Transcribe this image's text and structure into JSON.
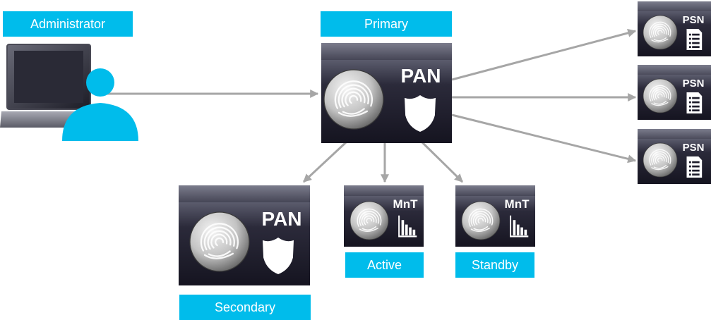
{
  "labels": {
    "administrator": "Administrator",
    "primary": "Primary",
    "secondary": "Secondary",
    "active": "Active",
    "standby": "Standby"
  },
  "nodes": {
    "pan_primary": "PAN",
    "pan_secondary": "PAN",
    "mnt_active": "MnT",
    "mnt_standby": "MnT",
    "psn_1": "PSN",
    "psn_2": "PSN",
    "psn_3": "PSN"
  },
  "icons": {
    "appliance": "fingerprint-sphere-icon",
    "pan_badge": "shield-icon",
    "mnt_badge": "bar-chart-icon",
    "psn_badge": "document-list-icon",
    "admin": "laptop-user-icon"
  },
  "colors": {
    "label_bg": "#00bceb",
    "label_text": "#ffffff",
    "user": "#00bceb",
    "arrow": "#a6a6a6",
    "box_dark": "#1d1c2a",
    "box_top": "#5f6071"
  }
}
